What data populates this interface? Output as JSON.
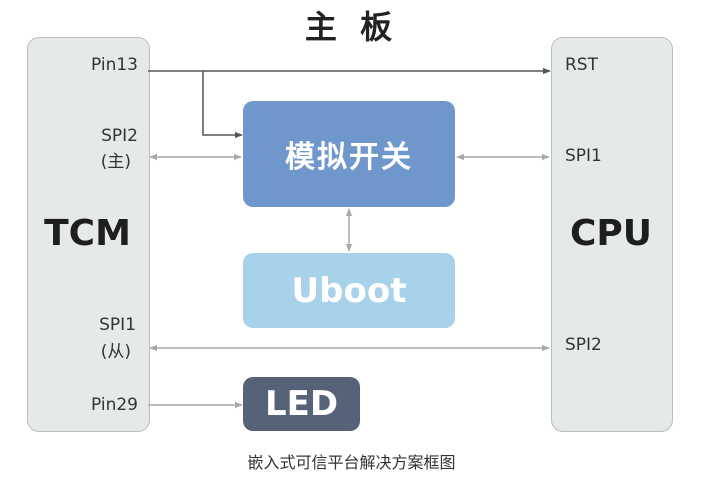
{
  "title": "主 板",
  "left_panel": {
    "name": "TCM",
    "pins": {
      "pin13": "Pin13",
      "spi2": "SPI2",
      "spi2_role": "(主)",
      "spi1": "SPI1",
      "spi1_role": "(从)",
      "pin29": "Pin29"
    }
  },
  "right_panel": {
    "name": "CPU",
    "pins": {
      "rst": "RST",
      "spi1": "SPI1",
      "spi2": "SPI2"
    }
  },
  "blocks": {
    "analog_switch": "模拟开关",
    "uboot": "Uboot",
    "led": "LED"
  },
  "caption": "嵌入式可信平台解决方案框图",
  "colors": {
    "panel_fill": "#e6eae7",
    "panel_border": "#b9bfbb",
    "analog_switch": "#7097cc",
    "uboot": "#a8d2ea",
    "led": "#566278",
    "connector_dark": "#555555",
    "connector_light": "#a9a9a9"
  }
}
